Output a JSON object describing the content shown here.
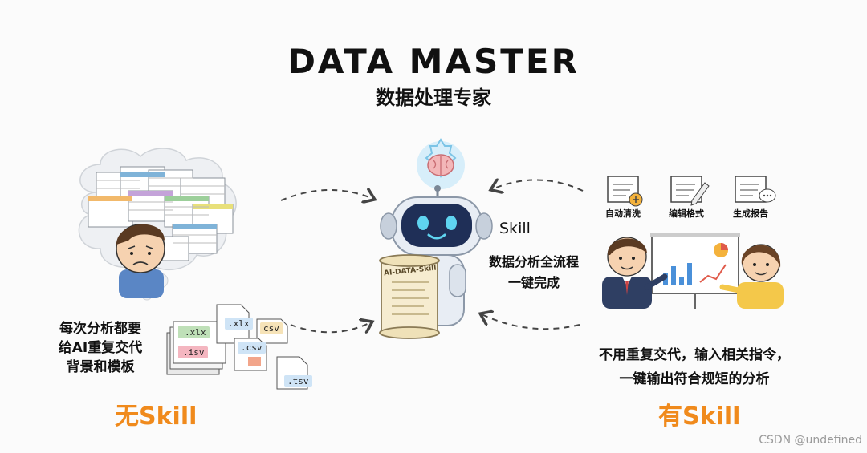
{
  "header": {
    "title": "DATA MASTER",
    "subtitle": "数据处理专家"
  },
  "left_panel": {
    "description_lines": [
      "每次分析都要",
      "给AI重复交代",
      "背景和模板"
    ],
    "label": "无Skill",
    "file_tags": [
      ".xlx",
      ".xlx",
      "csv",
      ".isv",
      ".csv",
      ".tsv"
    ]
  },
  "center": {
    "scroll_text": "AI-DATA-Skill",
    "skill_label": "Skill",
    "description_lines": [
      "数据分析全流程",
      "一键完成"
    ]
  },
  "right_panel": {
    "icons": [
      {
        "label": "自动清洗",
        "icon": "document-plus-icon"
      },
      {
        "label": "编辑格式",
        "icon": "document-edit-icon"
      },
      {
        "label": "生成报告",
        "icon": "document-chat-icon"
      }
    ],
    "description_lines": [
      "不用重复交代，输入相关指令，",
      "一键输出符合规矩的分析"
    ],
    "label": "有Skill"
  },
  "watermark": "CSDN @undefined",
  "colors": {
    "accent": "#f08a1c",
    "robot_body": "#e8edf4",
    "robot_face": "#1f2f57",
    "robot_eyes": "#5fd4f0",
    "arrow": "#444444"
  }
}
